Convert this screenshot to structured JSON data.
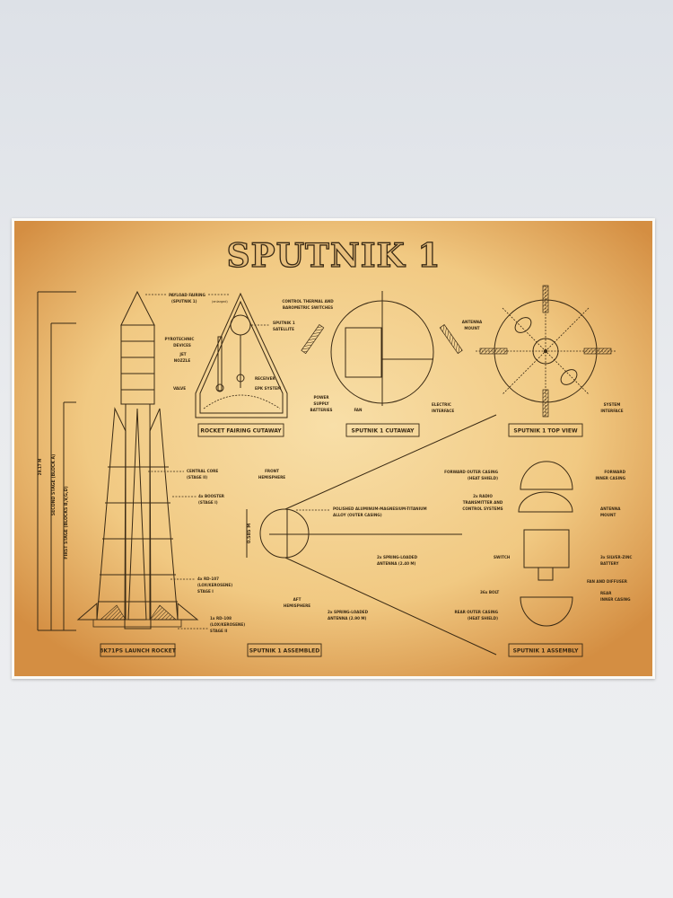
{
  "poster": {
    "title": "SPUTNIK 1",
    "colors": {
      "parchment_light": "#f6d9a0",
      "parchment_dark": "#d99a4e",
      "ink": "#3a2a14",
      "frame": "#fbfaf6"
    },
    "panels": {
      "rocket": "8K71PS LAUNCH ROCKET",
      "fairing": "ROCKET FAIRING CUTAWAY",
      "cutaway": "SPUTNIK 1 CUTAWAY",
      "topview": "SPUTNIK 1 TOP VIEW",
      "assembled": "SPUTNIK 1 ASSEMBLED",
      "assembly": "SPUTNIK 1 ASSEMBLY"
    },
    "rocket_labels": {
      "height": "29.17 M",
      "second_stage": "SECOND STAGE (BLOCK A)",
      "first_stage": "FIRST STAGE (BLOCKS B,V,G,D)",
      "payload_1": "PAYLOAD FAIRING",
      "payload_2": "(SPUTNIK 1)",
      "enlarged": "(enlarged)",
      "core_1": "CENTRAL CORE",
      "core_2": "(STAGE II)",
      "booster_1": "4x BOOSTER",
      "booster_2": "(STAGE I)",
      "rd107_1": "4x RD-107",
      "rd107_2": "(LOX/KEROSENE)",
      "rd107_3": "STAGE I",
      "rd108_1": "1x RD-108",
      "rd108_2": "(LOX/KEROSENE)",
      "rd108_3": "STAGE II"
    },
    "fairing_labels": {
      "pyro_1": "PYROTECHNIC",
      "pyro_2": "DEVICES",
      "jet_1": "JET",
      "jet_2": "NOZZLE",
      "valve": "VALVE",
      "sat_1": "SPUTNIK 1",
      "sat_2": "SATELLITE",
      "receiver": "RECEIVER",
      "epk": "EPK SYSTEM"
    },
    "cutaway_labels": {
      "ctrl_1": "CONTROL THERMAL AND",
      "ctrl_2": "BAROMETRIC SWITCHES",
      "power_1": "POWER",
      "power_2": "SUPPLY",
      "power_3": "BATTERIES",
      "fan": "FAN",
      "elec_1": "ELECTRIC",
      "elec_2": "INTERFACE"
    },
    "topview_labels": {
      "ant_1": "ANTENNA",
      "ant_2": "MOUNT",
      "sys_1": "SYSTEM",
      "sys_2": "INTERFACE"
    },
    "assembled_labels": {
      "diameter": "0.585 M",
      "front_1": "FRONT",
      "front_2": "HEMISPHERE",
      "aft_1": "AFT",
      "aft_2": "HEMISPHERE",
      "alloy_1": "POLISHED ALUMINUM-MAGNESIUM-TITANIUM",
      "alloy_2": "ALLOY (OUTER CASING)",
      "ant240_1": "2x SPRING-LOADED",
      "ant240_2": "ANTENNA (2.40 M)",
      "ant290_1": "2x SPRING-LOADED",
      "ant290_2": "ANTENNA (2.90 M)"
    },
    "assembly_labels": {
      "fwd_outer_1": "FORWARD OUTER CASING",
      "fwd_outer_2": "(HEAT SHIELD)",
      "fwd_inner_1": "FORWARD",
      "fwd_inner_2": "INNER CASING",
      "radio_1": "2x RADIO",
      "radio_2": "TRANSMITTER AND",
      "radio_3": "CONTROL SYSTEMS",
      "antmount_1": "ANTENNA",
      "antmount_2": "MOUNT",
      "switch": "SWITCH",
      "battery_1": "3x SILVER-ZINC",
      "battery_2": "BATTERY",
      "fan": "FAN AND DIFFUSER",
      "bolt": "36x BOLT",
      "rear_inner_1": "REAR",
      "rear_inner_2": "INNER CASING",
      "rear_outer_1": "REAR OUTER CASING",
      "rear_outer_2": "(HEAT SHIELD)"
    }
  }
}
